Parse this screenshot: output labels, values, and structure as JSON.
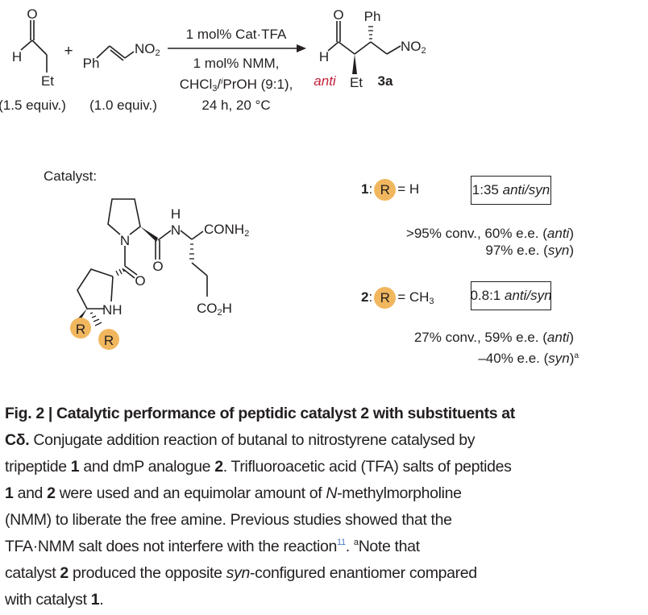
{
  "scheme": {
    "reactant1": {
      "O": "O",
      "H": "H",
      "Et": "Et",
      "equiv": "(1.5 equiv.)"
    },
    "plus": "+",
    "reactant2": {
      "Ph": "Ph",
      "NO": "NO",
      "two": "2",
      "equiv": "(1.0 equiv.)"
    },
    "conditions": {
      "line1": "1 mol% Cat·TFA",
      "line2": "1 mol% NMM,",
      "line3a": "CHCl",
      "line3b": "3",
      "line3c": "/",
      "line3d": "i",
      "line3e": "PrOH (9:1),",
      "line4": "24 h, 20 °C"
    },
    "product": {
      "O": "O",
      "H": "H",
      "Et": "Et",
      "Ph": "Ph",
      "NO": "NO",
      "two": "2",
      "anti": "anti",
      "label": "3a"
    }
  },
  "catalyst": {
    "heading": "Catalyst:",
    "N1": "N",
    "O1": "O",
    "H": "H",
    "N2": "N",
    "CONH": "CONH",
    "two": "2",
    "O2": "O",
    "NH": "NH",
    "CO": "CO",
    "CO2sub": "2",
    "CO2H": "H",
    "R1": "R",
    "R2": "R"
  },
  "results": [
    {
      "id": "1",
      "R": "R",
      "eq": "= H",
      "eq_sub": "",
      "ratio_num": "1:35",
      "ratio_txt": "anti/syn",
      "line1a": ">95% conv., 60% e.e. (",
      "line1b": "anti",
      "line1c": ")",
      "line2a": "97% e.e. (",
      "line2b": "syn",
      "line2c": ")",
      "line2sup": ""
    },
    {
      "id": "2",
      "R": "R",
      "eq": "= CH",
      "eq_sub": "3",
      "ratio_num": "0.8:1",
      "ratio_txt": "anti/syn",
      "line1a": "27% conv., 59% e.e. (",
      "line1b": "anti",
      "line1c": ")",
      "line2a": "–40% e.e. (",
      "line2b": "syn",
      "line2c": ")",
      "line2sup": "a"
    }
  ],
  "colors": {
    "highlight": "#f1b75e",
    "anti_red": "#c0213b",
    "link": "#4a7cc0"
  },
  "caption": {
    "lines": [
      [
        {
          "t": "Fig. 2 | Catalytic performance of peptidic catalyst 2 with substituents at",
          "s": "b"
        }
      ],
      [
        {
          "t": "Cδ.",
          "s": "b"
        },
        {
          "t": " Conjugate addition reaction of butanal to nitrostyrene catalysed by",
          "s": ""
        }
      ],
      [
        {
          "t": "tripeptide ",
          "s": ""
        },
        {
          "t": "1",
          "s": "b"
        },
        {
          "t": " and dmP analogue ",
          "s": ""
        },
        {
          "t": "2",
          "s": "b"
        },
        {
          "t": ". Trifluoroacetic acid (TFA) salts of peptides",
          "s": ""
        }
      ],
      [
        {
          "t": "1",
          "s": "b"
        },
        {
          "t": " and ",
          "s": ""
        },
        {
          "t": "2",
          "s": "b"
        },
        {
          "t": " were used and an equimolar amount of ",
          "s": ""
        },
        {
          "t": "N",
          "s": "i"
        },
        {
          "t": "-methylmorpholine",
          "s": ""
        }
      ],
      [
        {
          "t": "(NMM) to liberate the free amine. Previous studies showed that the",
          "s": ""
        }
      ],
      [
        {
          "t": "TFA·NMM salt does not interfere with the reaction",
          "s": ""
        },
        {
          "t": "11",
          "s": "link"
        },
        {
          "t": ". ",
          "s": ""
        },
        {
          "t": "a",
          "s": "sup"
        },
        {
          "t": "Note that",
          "s": ""
        }
      ],
      [
        {
          "t": "catalyst ",
          "s": ""
        },
        {
          "t": "2",
          "s": "b"
        },
        {
          "t": " produced the opposite ",
          "s": ""
        },
        {
          "t": "syn",
          "s": "i"
        },
        {
          "t": "-configured enantiomer compared",
          "s": ""
        }
      ],
      [
        {
          "t": "with catalyst ",
          "s": ""
        },
        {
          "t": "1",
          "s": "b"
        },
        {
          "t": ".",
          "s": ""
        }
      ]
    ]
  }
}
